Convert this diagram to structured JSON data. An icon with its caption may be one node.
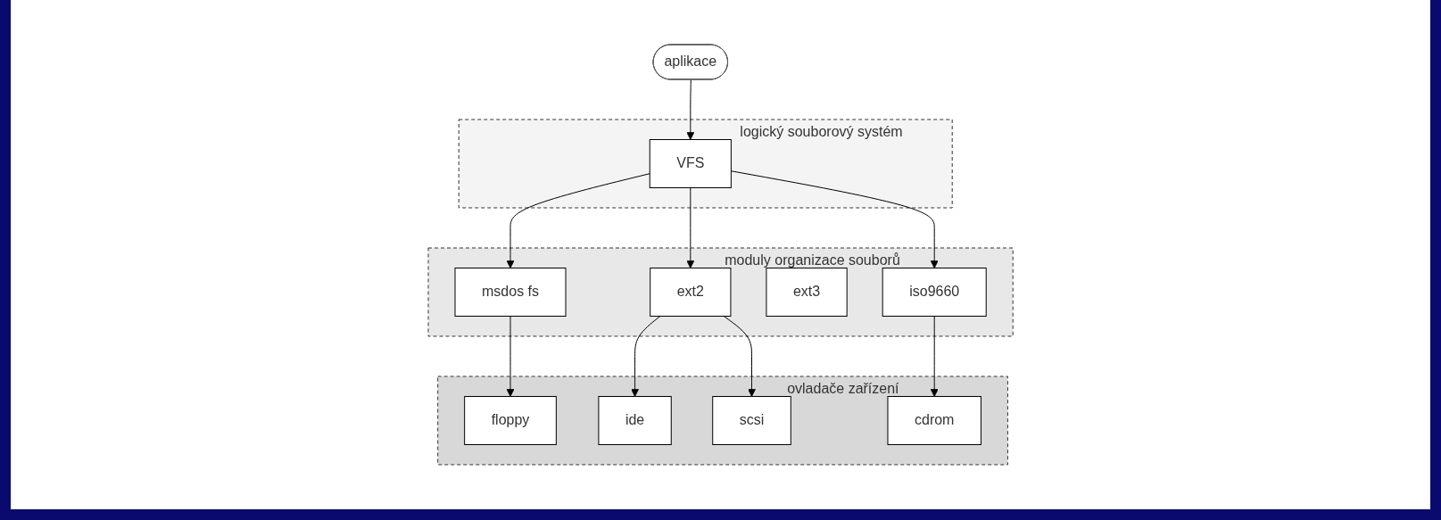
{
  "diagram": {
    "nodes": [
      {
        "text": [
          "aplikace"
        ]
      },
      {
        "text": [
          "logický souborový systém"
        ]
      },
      {
        "text": [
          "VFS"
        ],
        "in": 1
      },
      {
        "text": [
          "moduly organizace souborů"
        ]
      },
      {
        "text": [
          "msdos fs"
        ],
        "in": 3
      },
      {
        "text": [
          "ext2"
        ],
        "in": 3
      },
      {
        "text": [
          "ext3"
        ],
        "in": 3
      },
      {
        "text": [
          "iso9660"
        ],
        "in": 3
      },
      {
        "text": [
          "ovladače zařízení"
        ]
      },
      {
        "text": [
          "floppy"
        ],
        "in": 8
      },
      {
        "text": [
          "ide"
        ],
        "in": 8
      },
      {
        "text": [
          "scsi"
        ],
        "in": 8
      },
      {
        "text": [
          "cdrom"
        ],
        "in": 8
      }
    ],
    "edges": [
      {
        "from": 0,
        "to": 2,
        "arrow": "to"
      },
      {
        "from": 2,
        "to": 4,
        "arrow": "to"
      },
      {
        "from": 2,
        "to": 5,
        "arrow": "to"
      },
      {
        "from": 2,
        "to": 7,
        "arrow": "to"
      },
      {
        "from": 4,
        "to": 9,
        "arrow": "to"
      },
      {
        "from": 5,
        "to": 10,
        "arrow": "to"
      },
      {
        "from": 5,
        "to": 11,
        "arrow": "to"
      },
      {
        "from": 7,
        "to": 12,
        "arrow": "to"
      }
    ]
  }
}
